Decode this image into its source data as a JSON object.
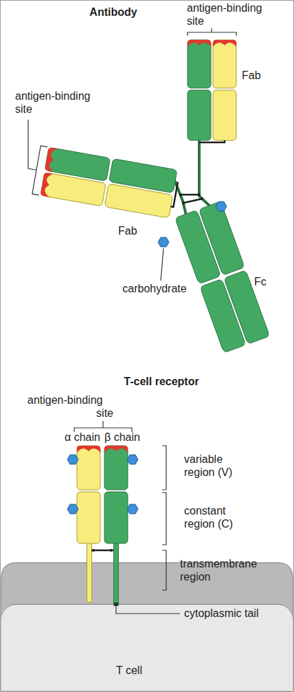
{
  "diagram": {
    "nodes": [
      {
        "text": [
          "T cell"
        ]
      }
    ],
    "labels": [
      "Antibody",
      "antigen-binding site",
      "Fab",
      "antigen-binding site",
      "Fab",
      "Fc",
      "carbohydrate",
      "T-cell receptor",
      "antigen-binding site",
      "α chain",
      "β chain",
      "variable region (V)",
      "constant region (C)",
      "transmembrane region",
      "cytoplasmic tail"
    ]
  }
}
